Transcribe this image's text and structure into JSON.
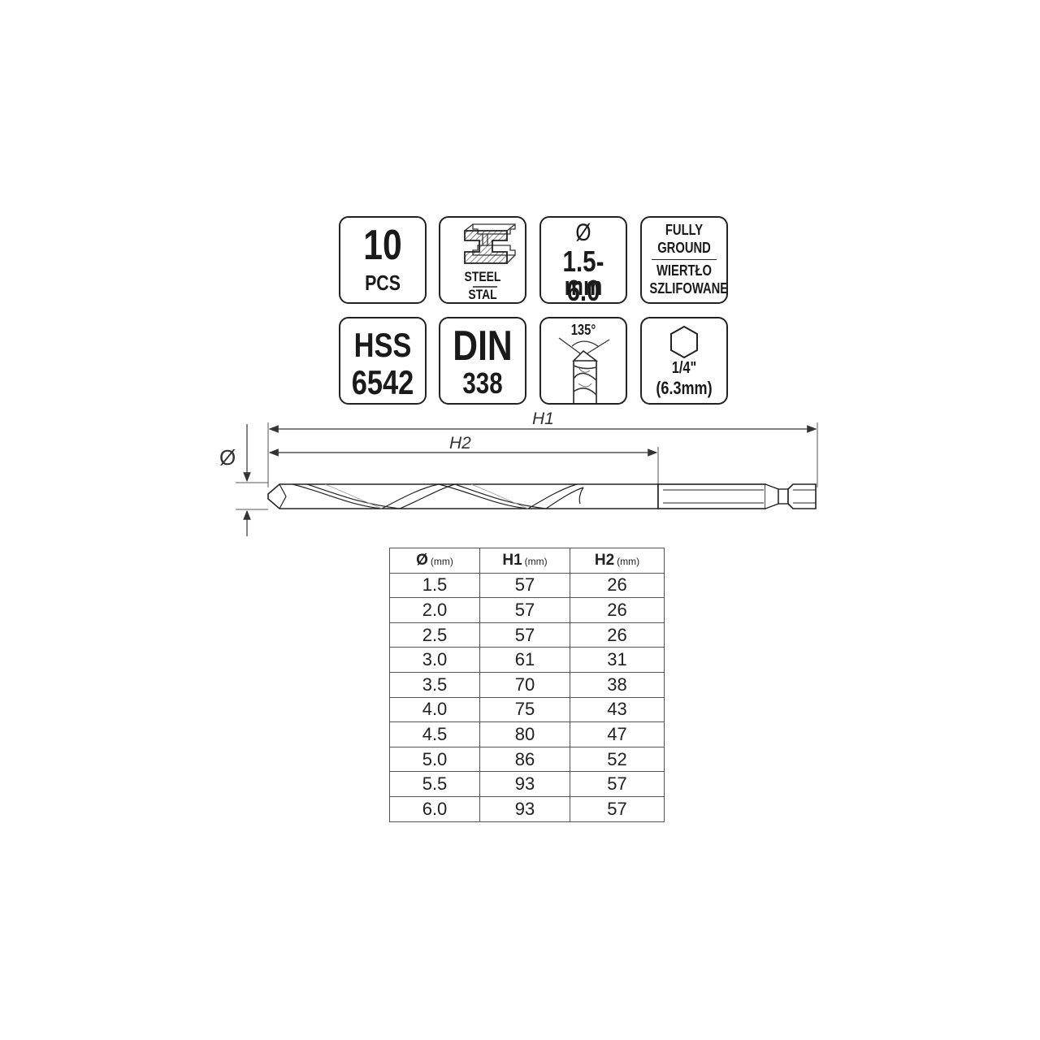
{
  "icons": {
    "pcs": {
      "number": "10",
      "unit": "PCS"
    },
    "material": {
      "line1": "STEEL",
      "line2": "STAL"
    },
    "diameter": {
      "symbol": "Ø",
      "range": "1.5-6.0",
      "unit": "mm"
    },
    "finish": {
      "line1": "FULLY",
      "line2": "GROUND",
      "line3": "WIERTŁO",
      "line4": "SZLIFOWANE"
    },
    "steel_grade": {
      "line1": "HSS",
      "line2": "6542"
    },
    "standard": {
      "line1": "DIN",
      "line2": "338"
    },
    "point_angle": {
      "angle": "135°"
    },
    "shank": {
      "size": "1/4\"",
      "metric": "(6.3mm)"
    }
  },
  "drawing": {
    "h1_label": "H1",
    "h2_label": "H2",
    "diameter_label": "Ø"
  },
  "table": {
    "headers": [
      {
        "label": "Ø",
        "unit": "(mm)"
      },
      {
        "label": "H1",
        "unit": "(mm)"
      },
      {
        "label": "H2",
        "unit": "(mm)"
      }
    ],
    "rows": [
      [
        "1.5",
        "57",
        "26"
      ],
      [
        "2.0",
        "57",
        "26"
      ],
      [
        "2.5",
        "57",
        "26"
      ],
      [
        "3.0",
        "61",
        "31"
      ],
      [
        "3.5",
        "70",
        "38"
      ],
      [
        "4.0",
        "75",
        "43"
      ],
      [
        "4.5",
        "80",
        "47"
      ],
      [
        "5.0",
        "86",
        "52"
      ],
      [
        "5.5",
        "93",
        "57"
      ],
      [
        "6.0",
        "93",
        "57"
      ]
    ]
  }
}
